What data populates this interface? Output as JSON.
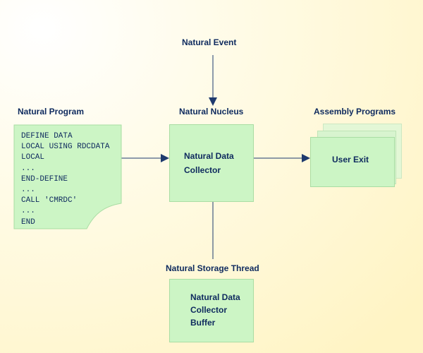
{
  "labels": {
    "natural_event": "Natural Event",
    "natural_program": "Natural Program",
    "natural_nucleus": "Natural Nucleus",
    "assembly_programs": "Assembly Programs",
    "natural_storage_thread": "Natural Storage Thread"
  },
  "program_code": [
    "DEFINE DATA",
    "LOCAL USING RDCDATA",
    "LOCAL",
    "...",
    "END-DEFINE",
    "...",
    "CALL 'CMRDC'",
    "...",
    "END"
  ],
  "nucleus_box": {
    "line1": "Natural Data",
    "line2": "Collector"
  },
  "user_exit_box": {
    "label": "User Exit"
  },
  "buffer_box": {
    "line1": "Natural Data",
    "line2": "Collector",
    "line3": "Buffer"
  },
  "colors": {
    "box_fill": "#ccf5c5",
    "text": "#0e2a5e",
    "arrow": "#1e3a6e"
  }
}
